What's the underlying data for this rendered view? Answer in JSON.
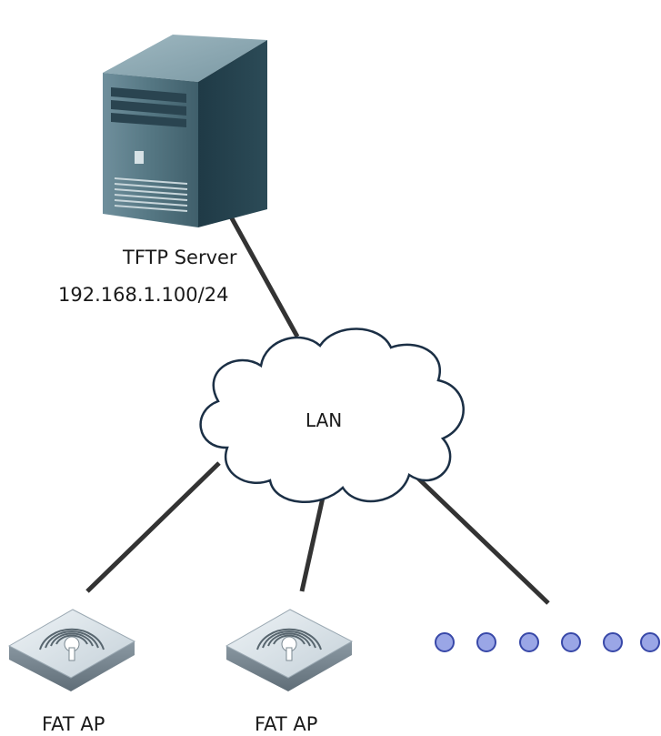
{
  "server": {
    "name": "TFTP Server",
    "ip": "192.168.1.100/24",
    "icon": "tower-server-icon"
  },
  "network": {
    "label": "LAN",
    "icon": "cloud-icon"
  },
  "access_points": [
    {
      "label": "FAT AP",
      "icon": "wireless-ap-icon"
    },
    {
      "label": "FAT AP",
      "icon": "wireless-ap-icon"
    }
  ],
  "more_devices": {
    "icon": "ellipsis-dots-icon",
    "dot_count": 6
  },
  "colors": {
    "link": "#333333",
    "server_body": "#3f5f6d",
    "cloud_outline": "#1b2f45",
    "dot_fill": "#9aa6e6",
    "dot_stroke": "#3848a8"
  }
}
